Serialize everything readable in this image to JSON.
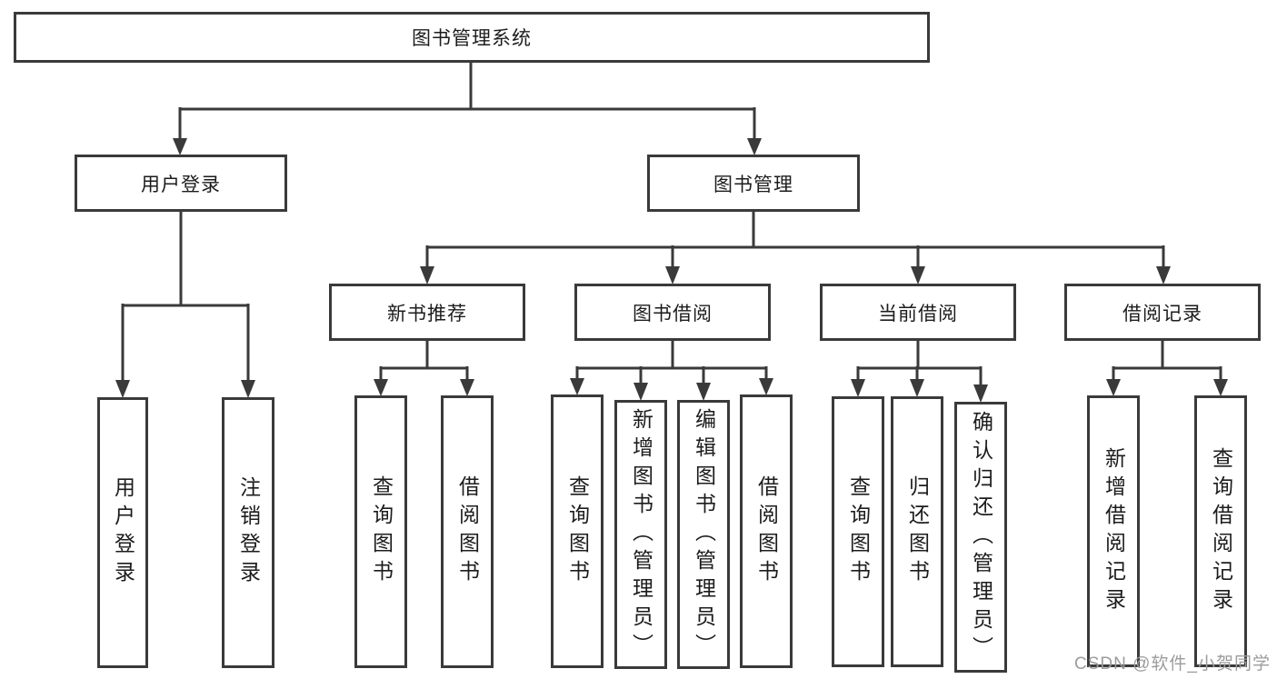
{
  "diagram": {
    "root": {
      "label": "图书管理系统"
    },
    "level2": [
      {
        "label": "用户登录"
      },
      {
        "label": "图书管理"
      }
    ],
    "level3": [
      {
        "label": "新书推荐"
      },
      {
        "label": "图书借阅"
      },
      {
        "label": "当前借阅"
      },
      {
        "label": "借阅记录"
      }
    ],
    "login_children": [
      "用户登录",
      "注销登录"
    ],
    "newbook_children": [
      "查询图书",
      "借阅图书"
    ],
    "borrow_children": [
      "查询图书",
      "新增图书（管理员）",
      "编辑图书（管理员）",
      "借阅图书"
    ],
    "current_children": [
      "查询图书",
      "归还图书",
      "确认归还（管理员）"
    ],
    "record_children": [
      "新增借阅记录",
      "查询借阅记录"
    ]
  },
  "watermark": "CSDN @软件_小贺同学",
  "colors": {
    "line": "#3a3a3a",
    "text": "#1c1c1c",
    "watermark": "#9c9c9c",
    "background": "#ffffff"
  }
}
